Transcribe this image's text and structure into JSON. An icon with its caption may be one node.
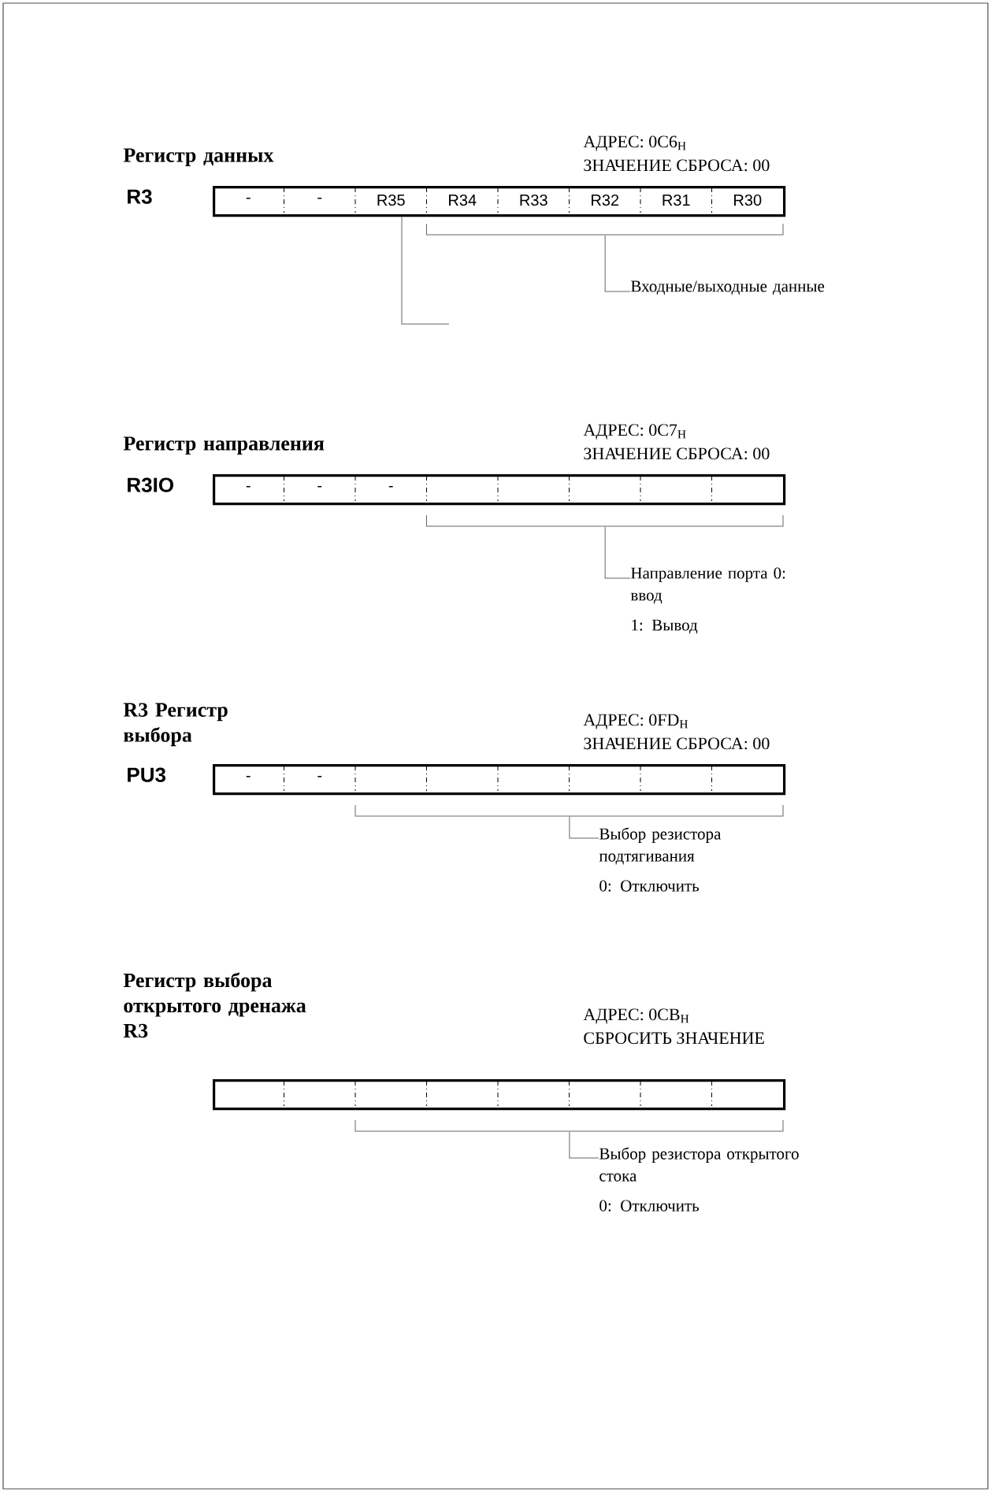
{
  "diagram": {
    "nodes": [
      {
        "text": [
          "-",
          "-",
          "R35",
          "R34",
          "R33",
          "R32",
          "R31",
          "R30"
        ]
      },
      {
        "text": [],
        "shape": "bracket"
      },
      {
        "text": [
          "Входные/выходные данные"
        ]
      },
      {
        "text": [
          "-",
          "-",
          "-"
        ]
      },
      {
        "text": [],
        "shape": "bracket"
      },
      {
        "text": [
          "Направление порта 0: ввод",
          "1: Вывод"
        ]
      },
      {
        "text": [
          "-",
          "-"
        ]
      },
      {
        "text": [],
        "shape": "bracket"
      },
      {
        "text": [
          "Выбор резистора подтягивания",
          "0: Отключить"
        ]
      },
      {
        "text": [],
        "shape": "box"
      },
      {
        "text": [],
        "shape": "bracket"
      },
      {
        "text": [
          "Выбор резистора открытого стока",
          "0: Отключить"
        ]
      }
    ],
    "edges": [
      {
        "from": 2,
        "to": 1,
        "arrow": "none"
      },
      {
        "from": 5,
        "to": 4,
        "arrow": "none"
      },
      {
        "from": 8,
        "to": 7,
        "arrow": "none"
      },
      {
        "from": 11,
        "to": 10,
        "arrow": "none"
      },
      {
        "from": 0,
        "to": null,
        "arrow": "none"
      }
    ],
    "labels": [
      "Регистр данных",
      "АДРЕС: 0C6$_{H}$",
      "ЗНАЧЕНИЕ СБРОСА: 00",
      "R3",
      "Регистр направления",
      "АДРЕС: 0C7$_{H}$",
      "ЗНАЧЕНИЕ СБРОСА: 00",
      "R3IO",
      "R3 Регистр выбора",
      "АДРЕС: 0FD$_{H}$",
      "ЗНАЧЕНИЕ СБРОСА: 00",
      "PU3",
      "Регистр выбора открытого дренажа R3",
      "АДРЕС: 0CB$_{H}$",
      "СБРОСИТЬ ЗНАЧЕНИЕ"
    ]
  }
}
